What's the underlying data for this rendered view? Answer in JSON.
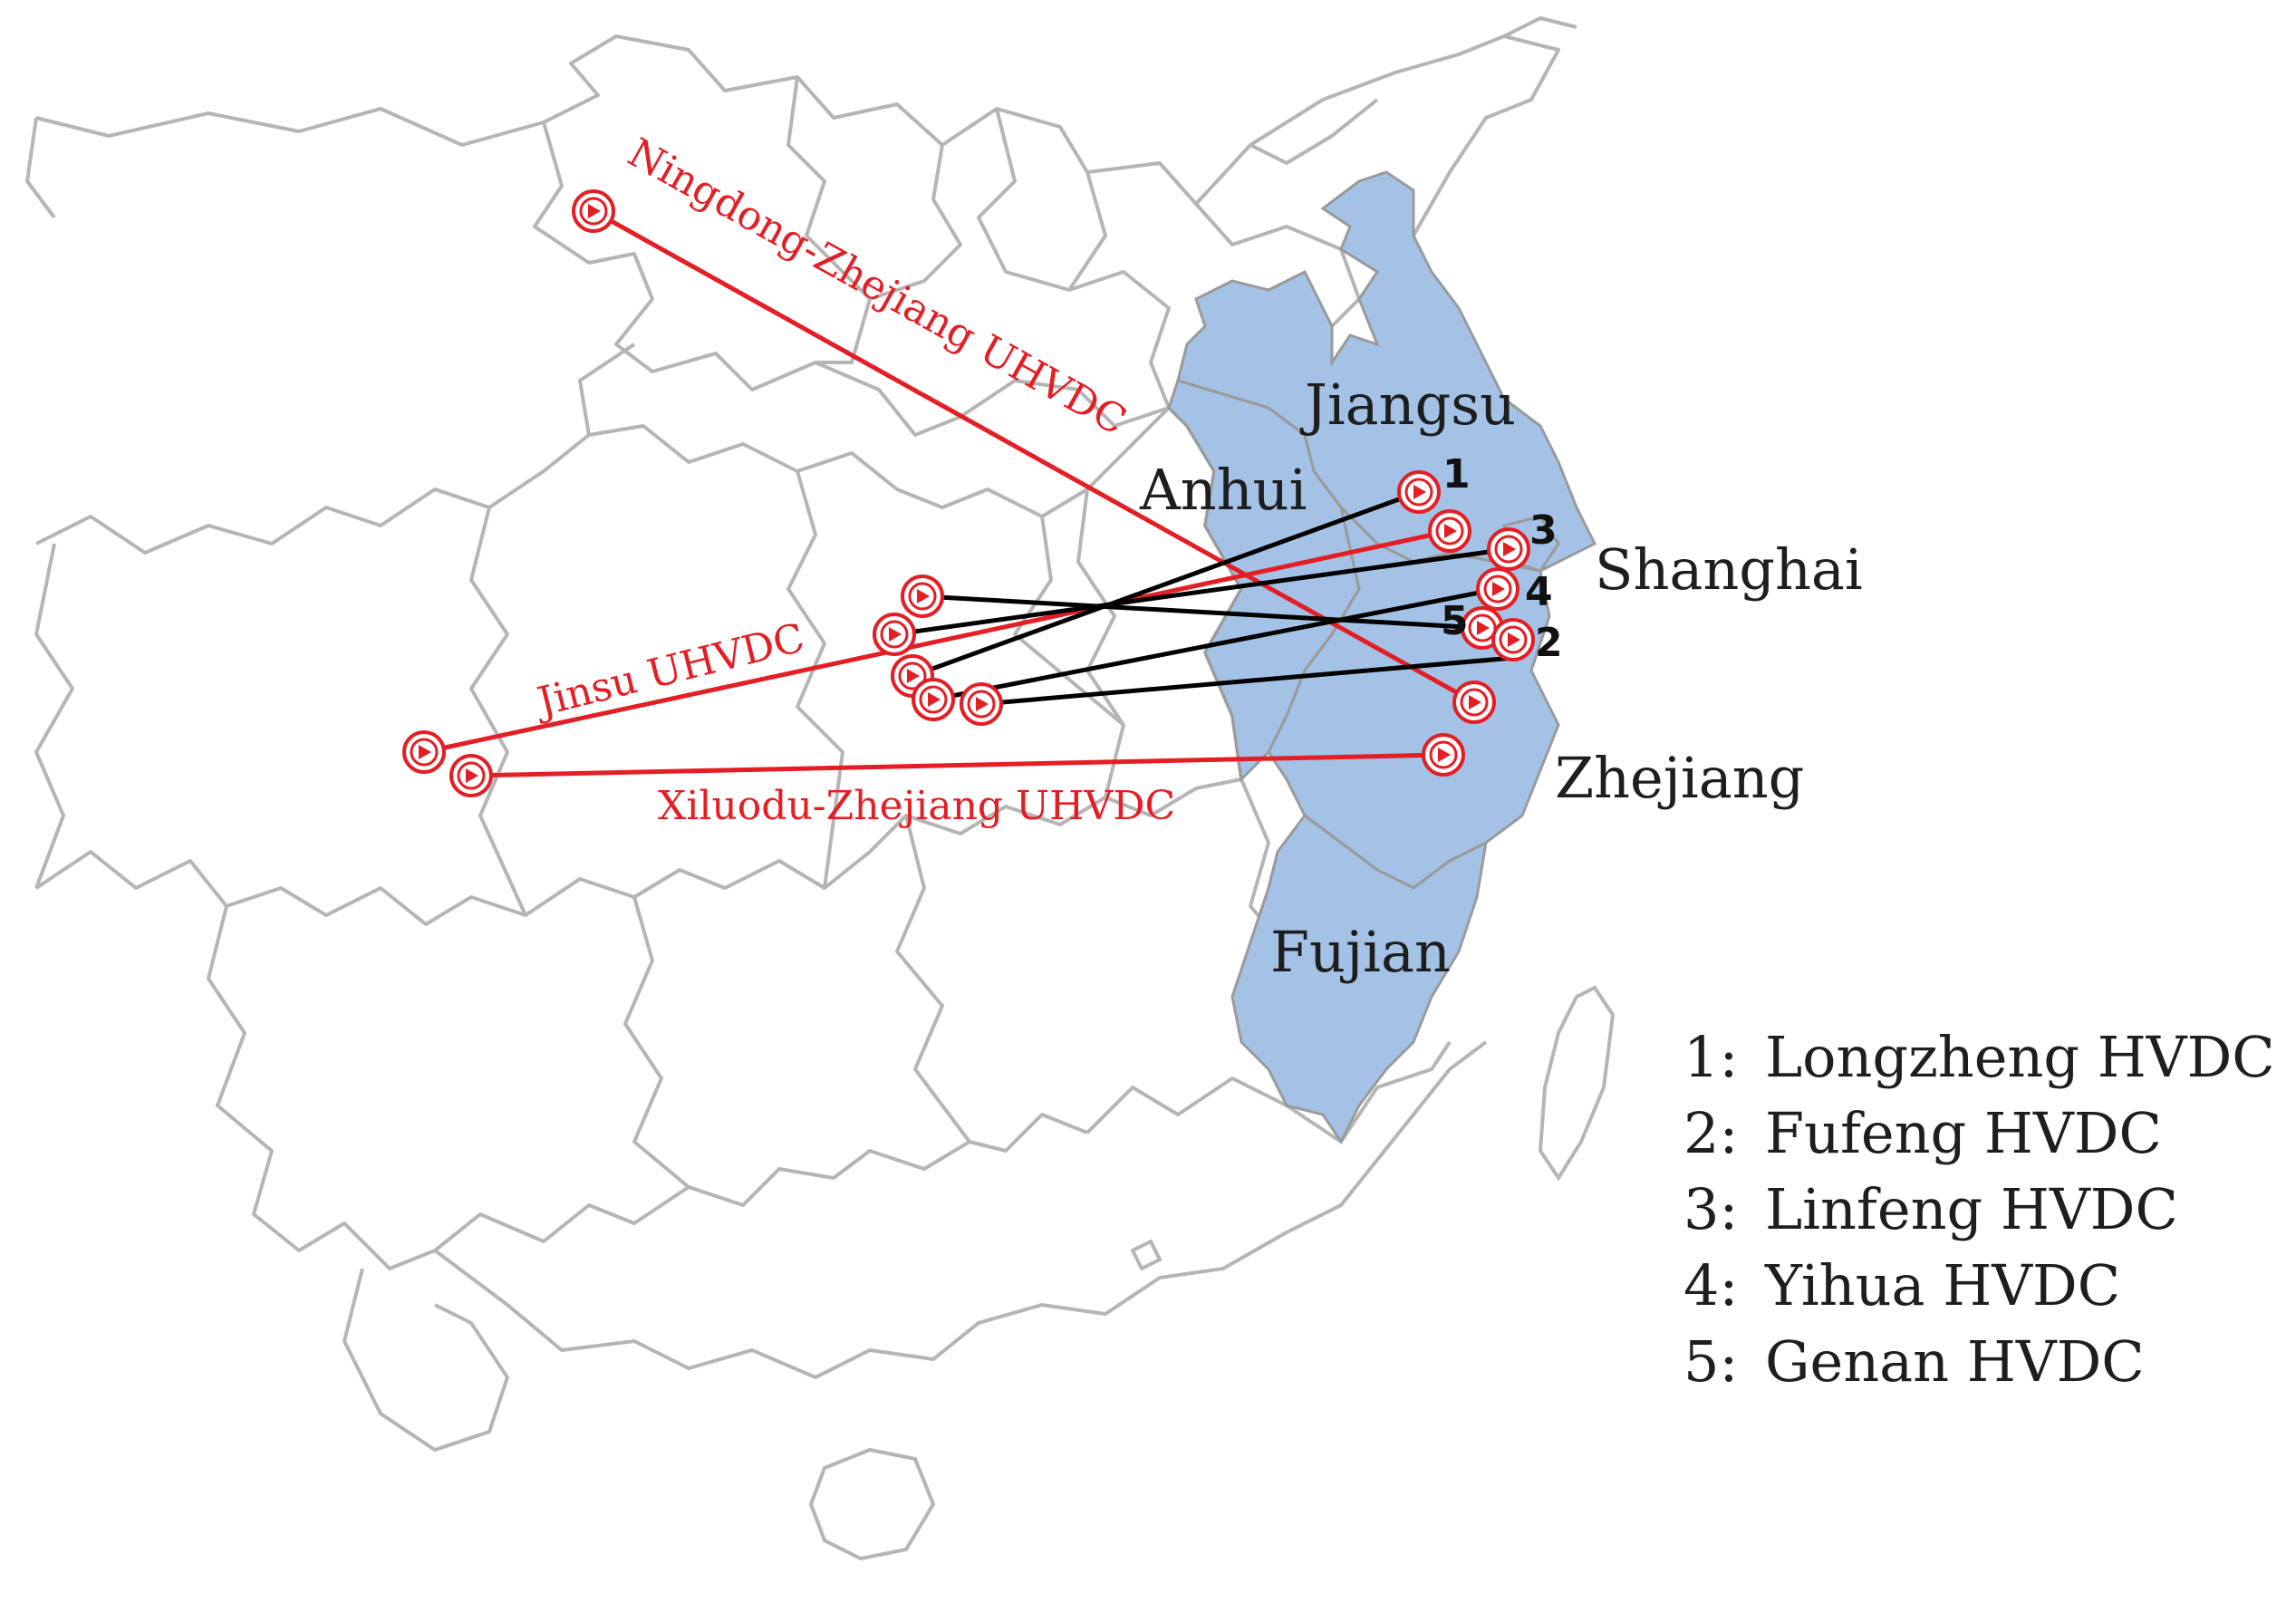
{
  "provinces": {
    "jiangsu": "Jiangsu",
    "anhui": "Anhui",
    "shanghai": "Shanghai",
    "zhejiang": "Zhejiang",
    "fujian": "Fujian"
  },
  "uhvdc_lines": {
    "ningdong": "Ningdong-Zhejiang UHVDC",
    "jinsu": "Jinsu UHVDC",
    "xiluodu": "Xiluodu-Zhejiang UHVDC"
  },
  "hvdc_numbers": [
    "1",
    "2",
    "3",
    "4",
    "5"
  ],
  "legend": [
    {
      "num": "1:",
      "name": "Longzheng HVDC"
    },
    {
      "num": "2:",
      "name": "Fufeng HVDC"
    },
    {
      "num": "3:",
      "name": "Linfeng HVDC"
    },
    {
      "num": "4:",
      "name": "Yihua HVDC"
    },
    {
      "num": "5:",
      "name": "Genan HVDC"
    }
  ],
  "colors": {
    "uhvdc": "#e31e24",
    "hvdc": "#000000",
    "east_china_fill": "#a4c2e6",
    "border": "#b5b5b5"
  }
}
